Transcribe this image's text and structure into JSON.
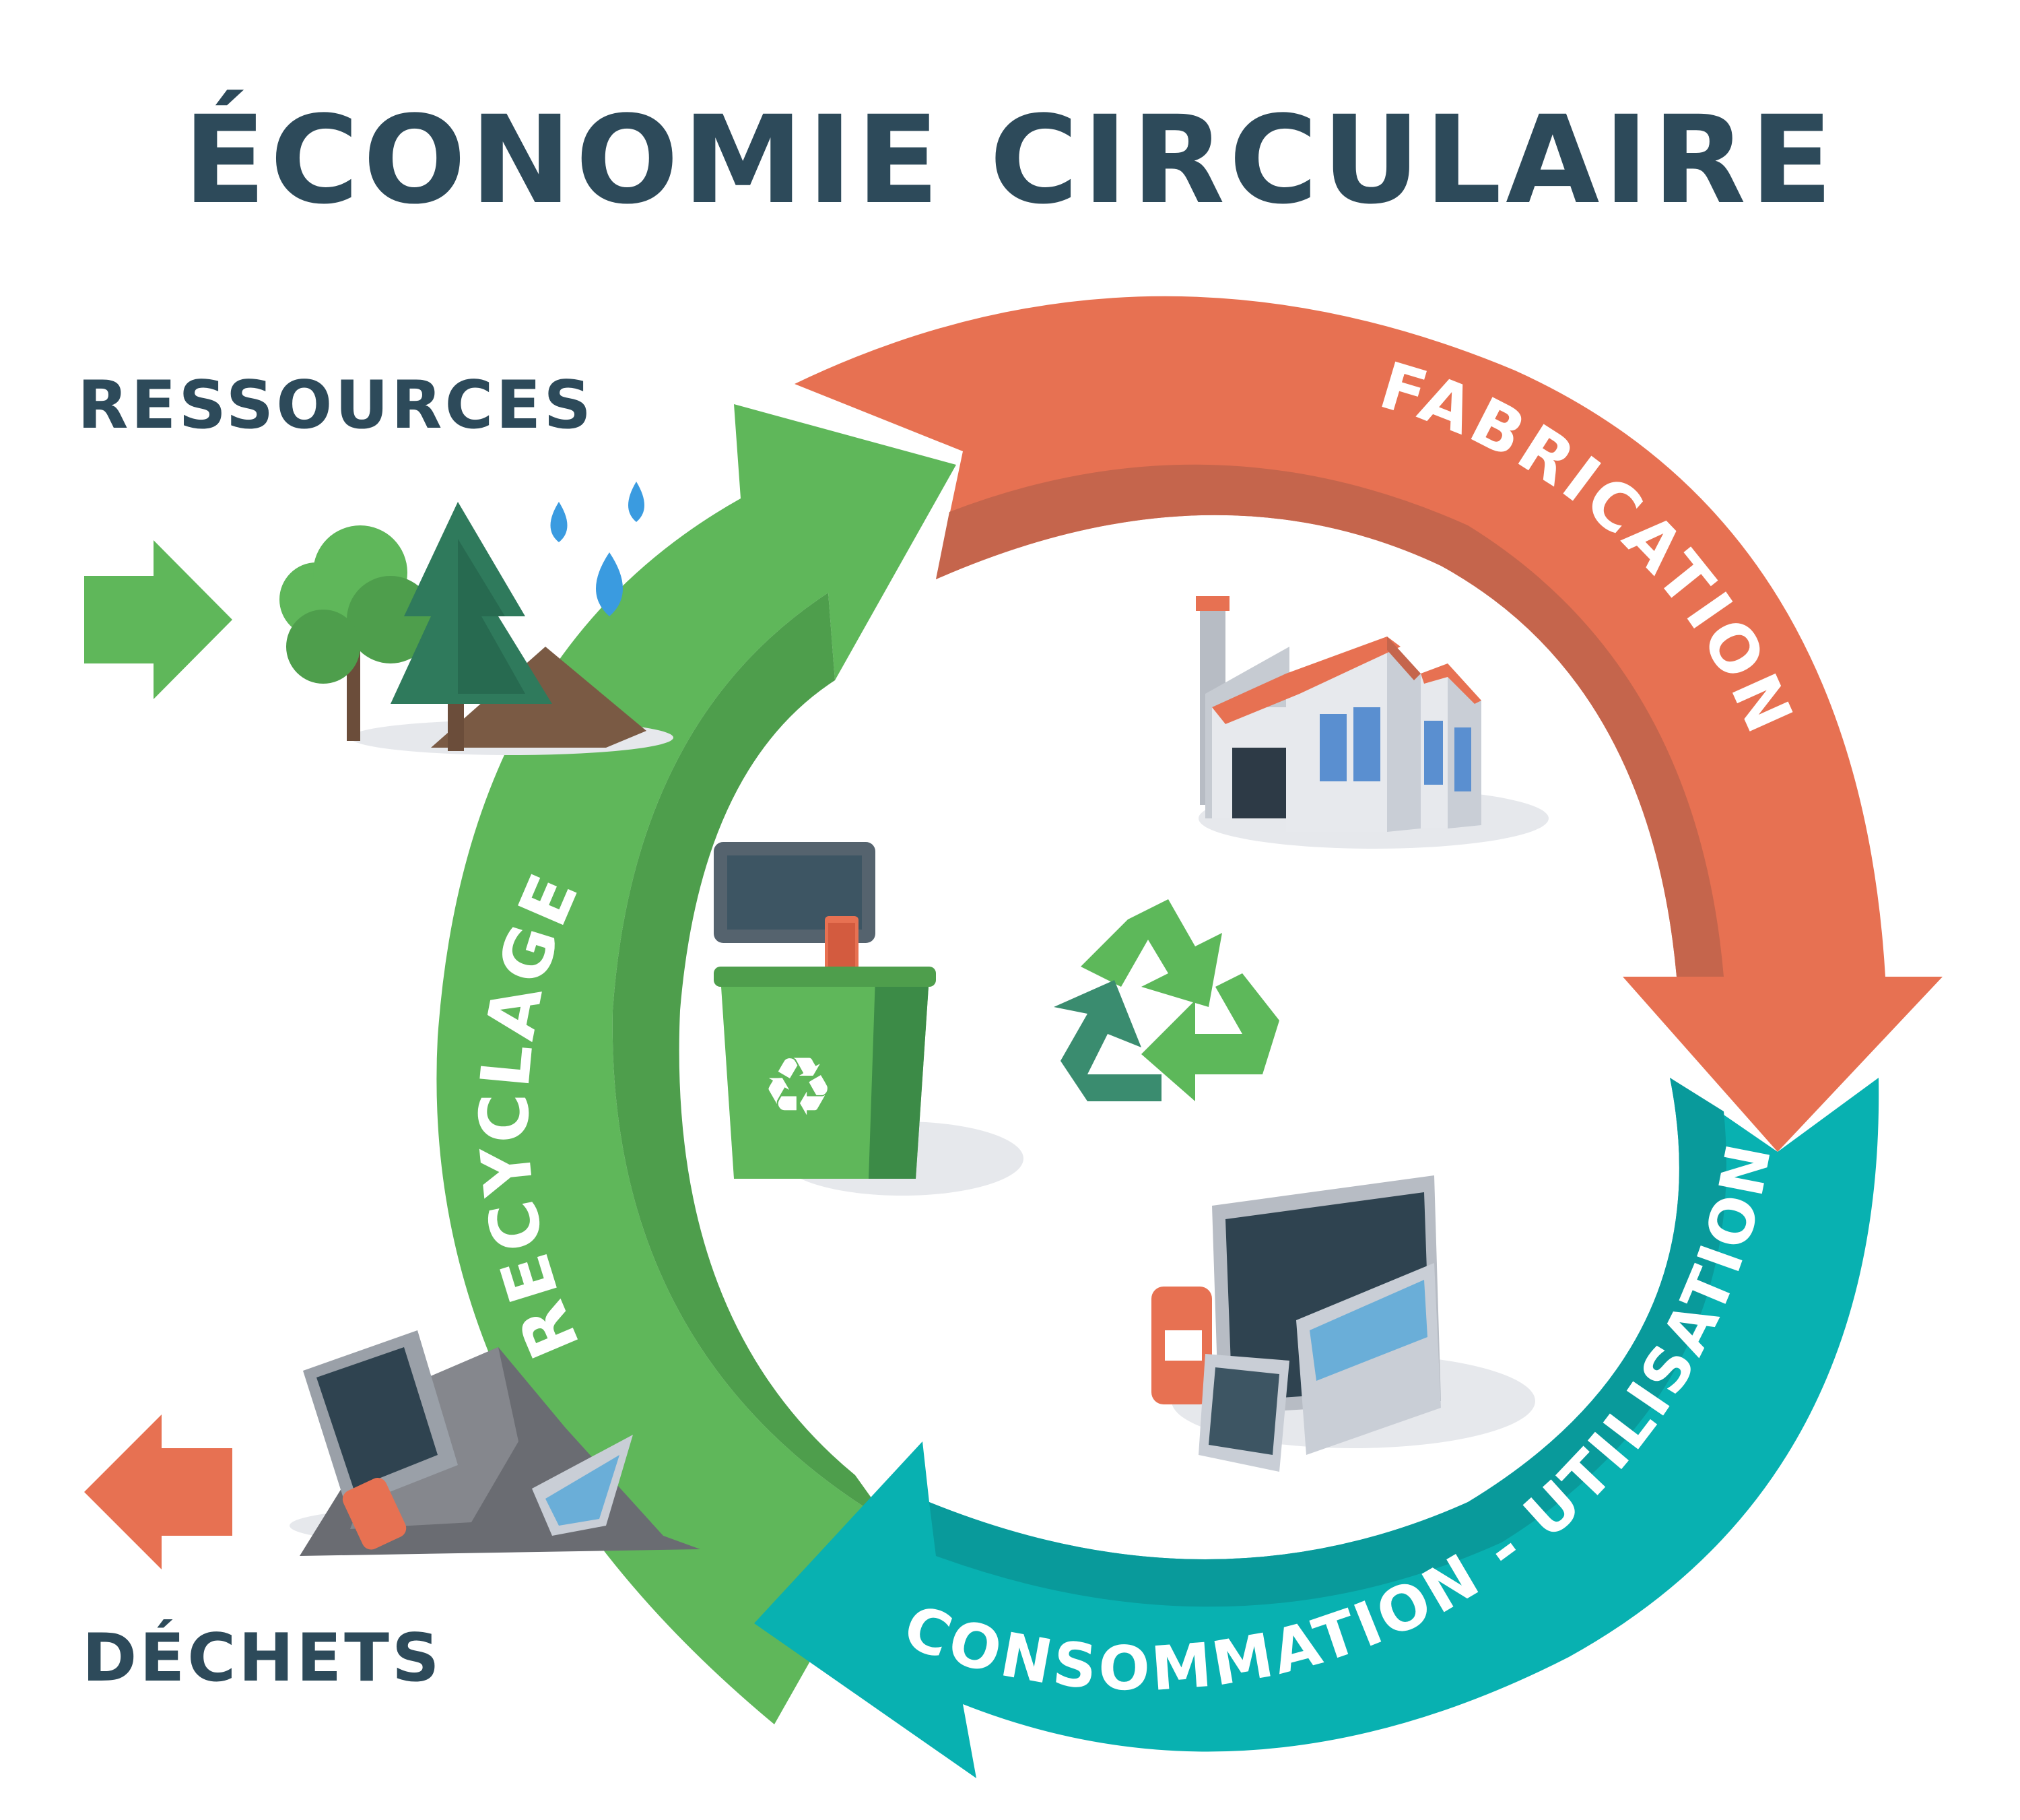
{
  "title": "ÉCONOMIE CIRCULAIRE",
  "inputs": {
    "resources_label": "RESSOURCES",
    "waste_label": "DÉCHETS"
  },
  "cycle": {
    "stage_fabrication": "FABRICATION",
    "stage_consumption": "CONSOMMATION - UTILISATION",
    "stage_recycling": "RECYCLAGE"
  },
  "colors": {
    "text_dark": "#2d4a5a",
    "orange": "#e77152",
    "orange_dark": "#c5654c",
    "teal": "#08b1b1",
    "teal_dark": "#099a9b",
    "green": "#5fb75a",
    "green_dark": "#4e9e4c",
    "recycle_light": "#5db85a",
    "recycle_dark": "#3a8c6f"
  },
  "icons": {
    "center": "recycle-symbol-icon",
    "factory": "factory-icon",
    "bin": "recycling-bin-icon",
    "devices": "consumer-products-icon",
    "nature": "natural-resources-icon",
    "waste": "waste-pile-icon"
  }
}
